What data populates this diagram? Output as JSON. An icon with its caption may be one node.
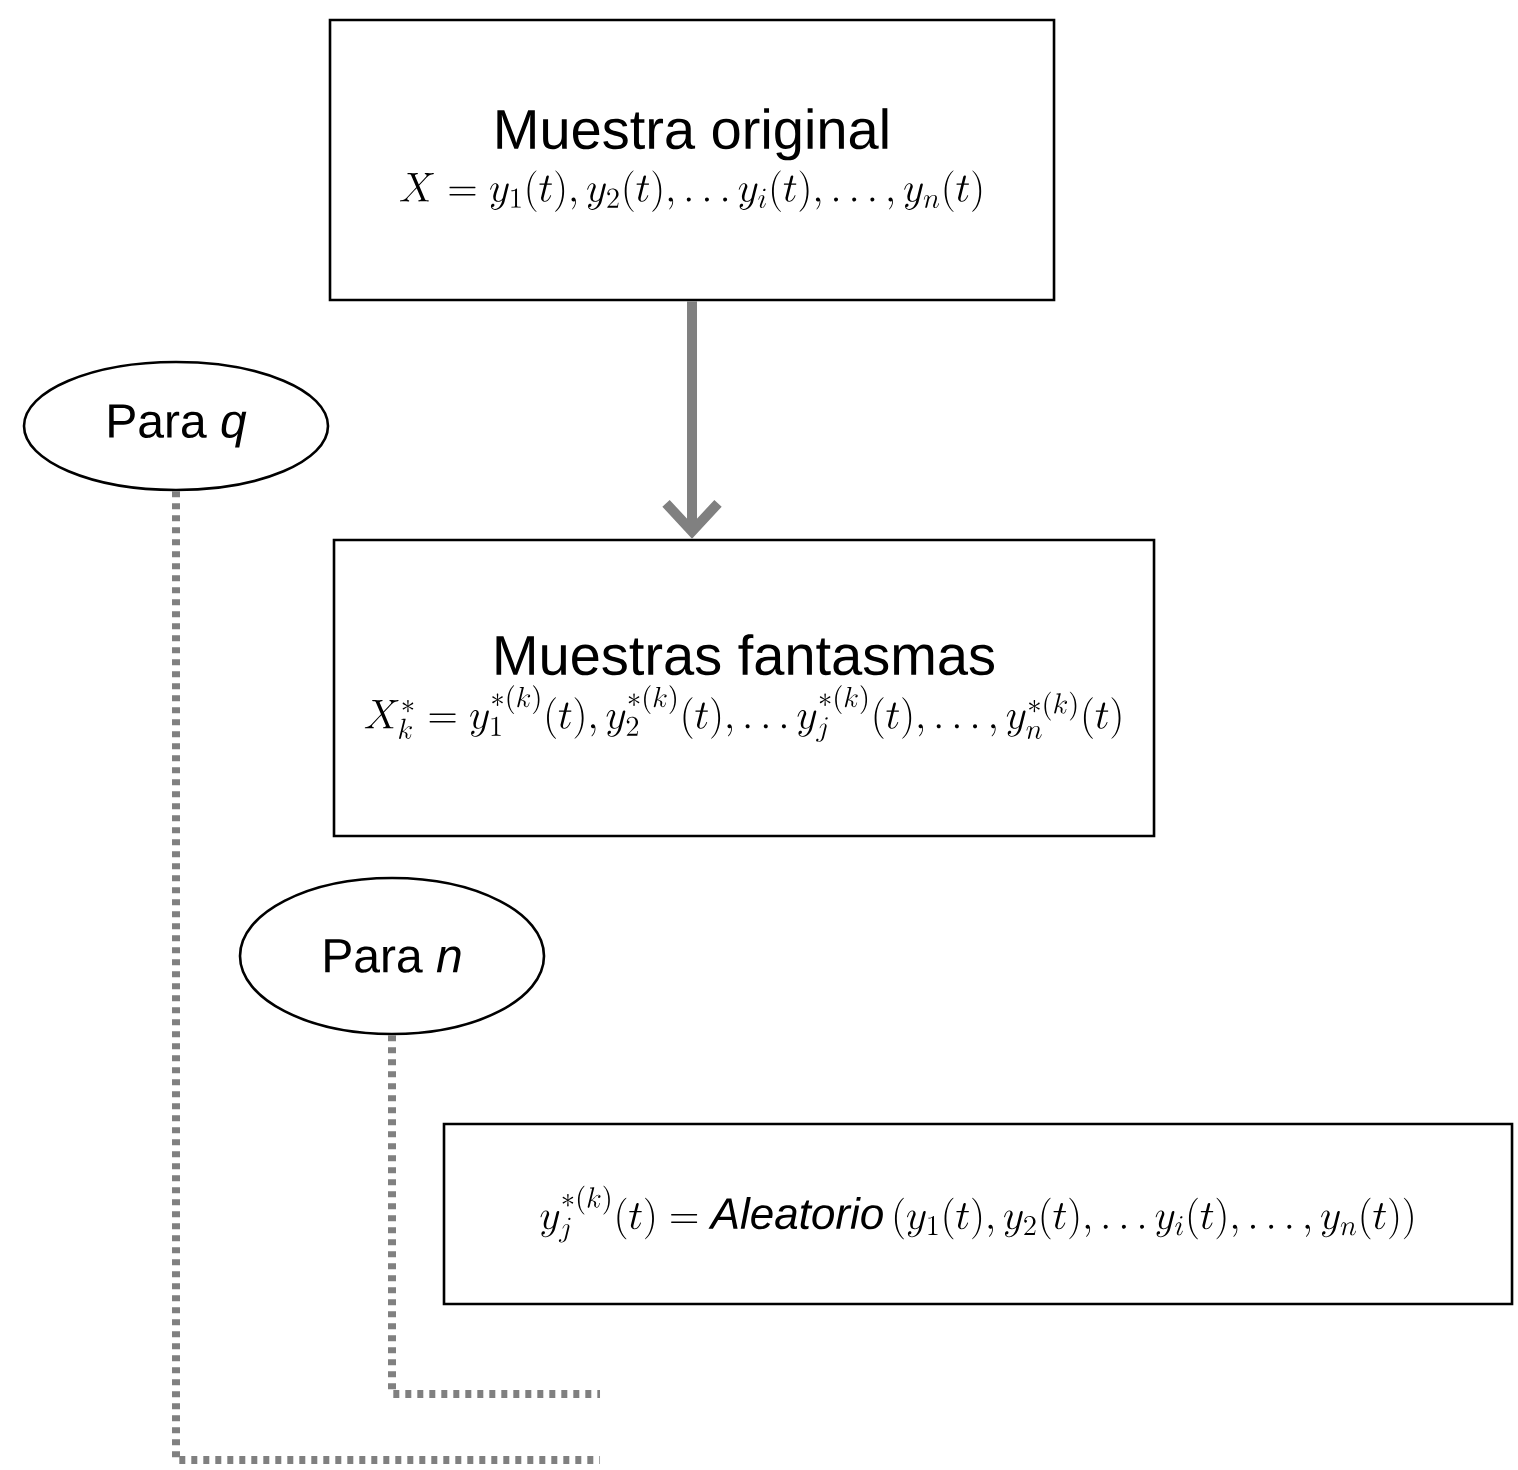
{
  "diagram": {
    "nodes": [
      {
        "text": [
          "Muestra original",
          "X = y_1(t), y_2(t), \\ldots y_i(t), \\ldots, y_n(t)"
        ]
      },
      {
        "text": [
          "Muestras fantasmas",
          "X_k^{*} = y_1^{*(k)}(t), y_2^{*(k)}(t), \\ldots y_j^{*(k)}(t), \\ldots, y_n^{*(k)}(t)"
        ]
      },
      {
        "text": [
          "Para *q*"
        ]
      },
      {
        "text": [
          "Para *n*"
        ]
      },
      {
        "text": [
          "y_j^{*(k)}(t) = \\mathit{Aleatorio}\\left( y_1(t), y_2(t), \\ldots y_i(t), \\ldots, y_n(t)\\right)"
        ]
      }
    ],
    "edges": [
      {
        "from": 0,
        "to": 1,
        "arrow": "to"
      },
      {
        "from": 2,
        "to": null,
        "arrow": "none",
        "style": "dashed"
      },
      {
        "from": 3,
        "to": null,
        "arrow": "none",
        "style": "dashed"
      }
    ]
  }
}
